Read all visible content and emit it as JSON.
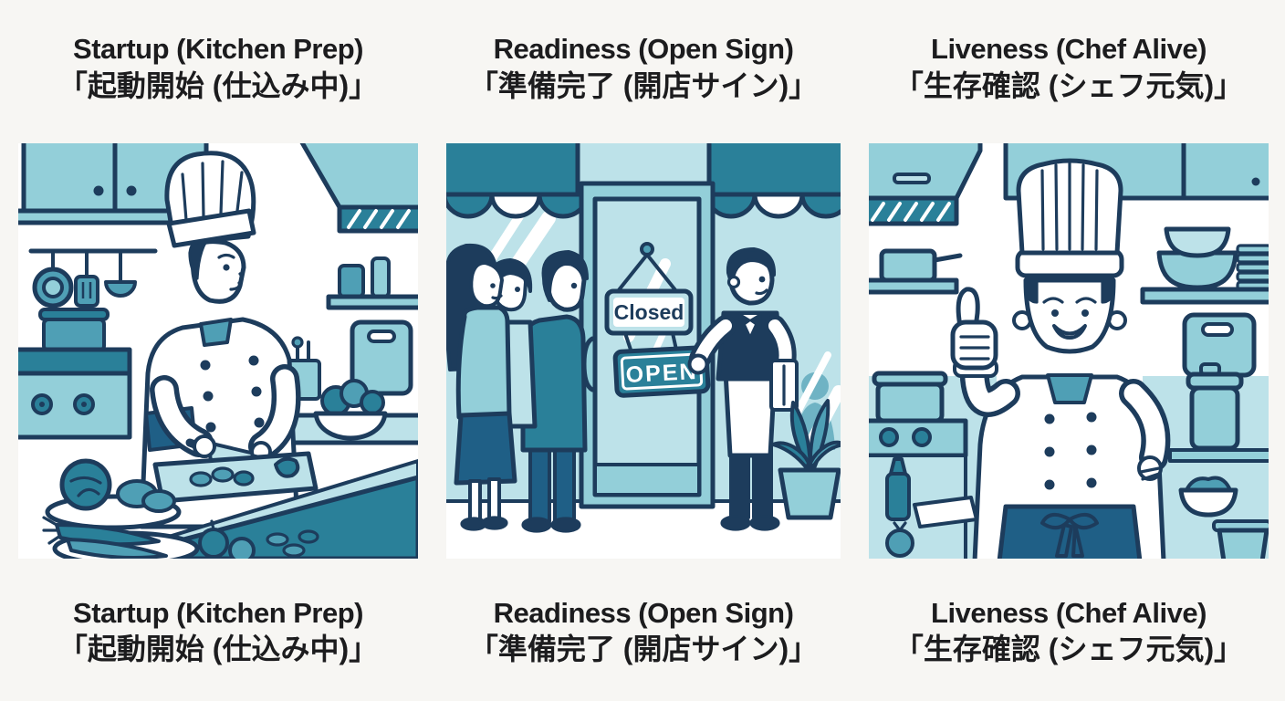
{
  "page": {
    "background": "#f7f6f3"
  },
  "colors": {
    "outline": "#1d3c5c",
    "teal_light": "#bde2e9",
    "teal_cabinet": "#93cfd9",
    "teal_mid": "#4f9fb5",
    "teal_dark": "#2a8099",
    "apron_blue": "#1f5f86",
    "title_text": "#1c1c1e"
  },
  "panels": [
    {
      "id": "startup",
      "title_en": "Startup (Kitchen Prep)",
      "title_ja": "「起動開始 (仕込み中)」",
      "scene": "chef-prepping-ingredients-in-kitchen"
    },
    {
      "id": "readiness",
      "title_en": "Readiness (Open Sign)",
      "title_ja": "「準備完了 (開店サイン)」",
      "scene": "waiter-turning-sign-to-open-for-waiting-customers",
      "closed_sign": "Closed",
      "open_sign": "OPEN"
    },
    {
      "id": "liveness",
      "title_en": "Liveness (Chef Alive)",
      "title_ja": "「生存確認 (シェフ元気)」",
      "scene": "chef-giving-thumbs-up"
    }
  ]
}
